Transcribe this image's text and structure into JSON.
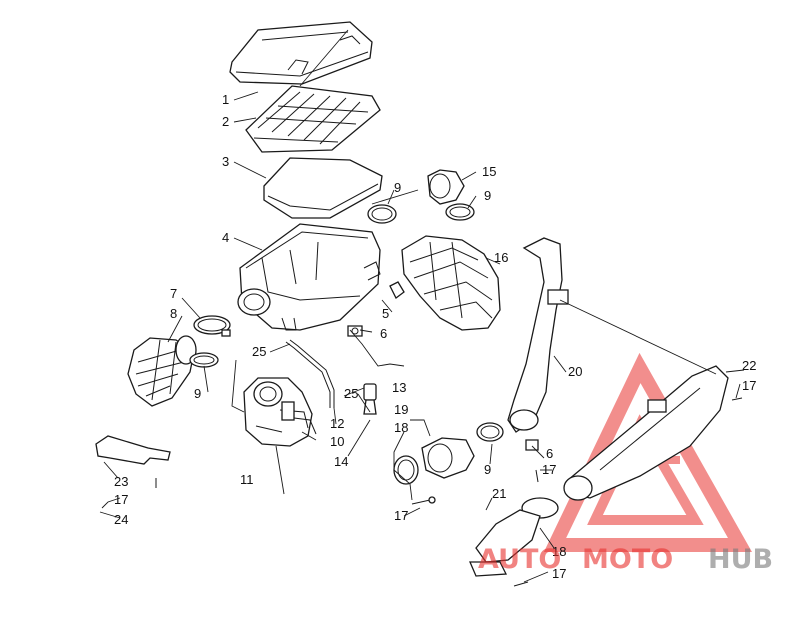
{
  "diagram": {
    "callouts": [
      "1",
      "2",
      "3",
      "4",
      "5",
      "6",
      "7",
      "8",
      "9",
      "10",
      "11",
      "12",
      "13",
      "14",
      "15",
      "16",
      "17",
      "18",
      "19",
      "20",
      "21",
      "22",
      "23",
      "24",
      "25"
    ],
    "callout_positions_note": ""
  },
  "watermark": {
    "part1": "AUTO",
    "part2": "MOTO",
    "part3": "HUB",
    "color_primary": "#e8322f",
    "color_secondary": "#7a7a7a"
  }
}
